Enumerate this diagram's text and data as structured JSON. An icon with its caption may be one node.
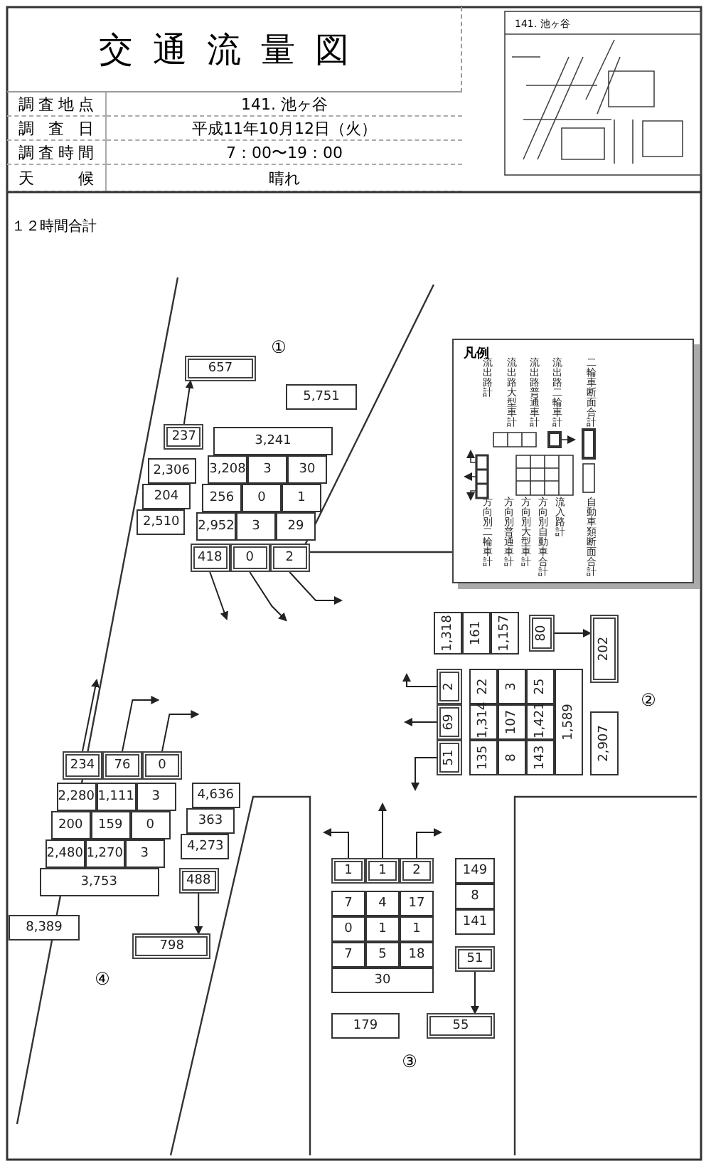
{
  "diagram": {
    "title": "交通流量図",
    "nodes": [
      {
        "text": [
          "657"
        ]
      },
      {
        "text": [
          "5,751"
        ]
      },
      {
        "text": [
          "237"
        ]
      },
      {
        "text": [
          "2,306"
        ]
      },
      {
        "text": [
          "204"
        ]
      },
      {
        "text": [
          "2,510"
        ]
      },
      {
        "text": [
          "3,241"
        ]
      },
      {
        "text": [
          "3,208"
        ]
      },
      {
        "text": [
          "3"
        ]
      },
      {
        "text": [
          "30"
        ]
      },
      {
        "text": [
          "256"
        ]
      },
      {
        "text": [
          "0"
        ]
      },
      {
        "text": [
          "1"
        ]
      },
      {
        "text": [
          "2,952"
        ]
      },
      {
        "text": [
          "3"
        ]
      },
      {
        "text": [
          "29"
        ]
      },
      {
        "text": [
          "418"
        ]
      },
      {
        "text": [
          "0"
        ]
      },
      {
        "text": [
          "2"
        ]
      },
      {
        "text": [
          "1,318"
        ]
      },
      {
        "text": [
          "161"
        ]
      },
      {
        "text": [
          "1,157"
        ]
      },
      {
        "text": [
          "80"
        ]
      },
      {
        "text": [
          "202"
        ]
      },
      {
        "text": [
          "2"
        ]
      },
      {
        "text": [
          "69"
        ]
      },
      {
        "text": [
          "51"
        ]
      },
      {
        "text": [
          "22"
        ]
      },
      {
        "text": [
          "3"
        ]
      },
      {
        "text": [
          "25"
        ]
      },
      {
        "text": [
          "1,314"
        ]
      },
      {
        "text": [
          "107"
        ]
      },
      {
        "text": [
          "1,421"
        ]
      },
      {
        "text": [
          "135"
        ]
      },
      {
        "text": [
          "8"
        ]
      },
      {
        "text": [
          "143"
        ]
      },
      {
        "text": [
          "1,589"
        ]
      },
      {
        "text": [
          "2,907"
        ]
      },
      {
        "text": [
          "234"
        ]
      },
      {
        "text": [
          "76"
        ]
      },
      {
        "text": [
          "0"
        ]
      },
      {
        "text": [
          "2,280"
        ]
      },
      {
        "text": [
          "1,111"
        ]
      },
      {
        "text": [
          "3"
        ]
      },
      {
        "text": [
          "200"
        ]
      },
      {
        "text": [
          "159"
        ]
      },
      {
        "text": [
          "0"
        ]
      },
      {
        "text": [
          "2,480"
        ]
      },
      {
        "text": [
          "1,270"
        ]
      },
      {
        "text": [
          "3"
        ]
      },
      {
        "text": [
          "3,753"
        ]
      },
      {
        "text": [
          "4,636"
        ]
      },
      {
        "text": [
          "363"
        ]
      },
      {
        "text": [
          "4,273"
        ]
      },
      {
        "text": [
          "488"
        ]
      },
      {
        "text": [
          "8,389"
        ]
      },
      {
        "text": [
          "798"
        ]
      },
      {
        "text": [
          "1"
        ]
      },
      {
        "text": [
          "1"
        ]
      },
      {
        "text": [
          "2"
        ]
      },
      {
        "text": [
          "149"
        ]
      },
      {
        "text": [
          "8"
        ]
      },
      {
        "text": [
          "141"
        ]
      },
      {
        "text": [
          "7"
        ]
      },
      {
        "text": [
          "4"
        ]
      },
      {
        "text": [
          "17"
        ]
      },
      {
        "text": [
          "0"
        ]
      },
      {
        "text": [
          "1"
        ]
      },
      {
        "text": [
          "1"
        ]
      },
      {
        "text": [
          "7"
        ]
      },
      {
        "text": [
          "5"
        ]
      },
      {
        "text": [
          "18"
        ]
      },
      {
        "text": [
          "30"
        ]
      },
      {
        "text": [
          "51"
        ]
      },
      {
        "text": [
          "179"
        ]
      },
      {
        "text": [
          "55"
        ]
      }
    ],
    "edges": [
      {
        "from": 2,
        "to": 0,
        "arrow": "to"
      },
      {
        "from": 16,
        "to": null,
        "arrow": "to"
      },
      {
        "from": 17,
        "to": null,
        "arrow": "to"
      },
      {
        "from": 18,
        "to": null,
        "arrow": "to"
      },
      {
        "from": 22,
        "to": 23,
        "arrow": "to"
      },
      {
        "from": 24,
        "to": null,
        "arrow": "to"
      },
      {
        "from": 25,
        "to": null,
        "arrow": "to"
      },
      {
        "from": 26,
        "to": null,
        "arrow": "to"
      },
      {
        "from": 38,
        "to": null,
        "arrow": "to"
      },
      {
        "from": 39,
        "to": null,
        "arrow": "to"
      },
      {
        "from": 40,
        "to": null,
        "arrow": "to"
      },
      {
        "from": 54,
        "to": 56,
        "arrow": "to"
      },
      {
        "from": 57,
        "to": null,
        "arrow": "to"
      },
      {
        "from": 58,
        "to": null,
        "arrow": "to"
      },
      {
        "from": 59,
        "to": null,
        "arrow": "to"
      },
      {
        "from": 73,
        "to": 75,
        "arrow": "to"
      }
    ],
    "labels": [
      "調査地点",
      "141. 池ヶ谷",
      "調査日",
      "平成11年10月12日（火）",
      "調査時間",
      "7：00〜19：00",
      "天候",
      "晴れ",
      "141. 池ヶ谷",
      "１２時間合計",
      "①",
      "②",
      "③",
      "④",
      "凡例"
    ],
    "legend": [
      {
        "text": "流出路計"
      },
      {
        "text": "流出路大型車計"
      },
      {
        "text": "流出路普通車計"
      },
      {
        "text": "流出路二輪車計"
      },
      {
        "text": "二輪車断面合計"
      },
      {
        "text": "方向別二輪車計"
      },
      {
        "text": "方向別普通車計"
      },
      {
        "text": "方向別大型車計"
      },
      {
        "text": "方向別自動車合計"
      },
      {
        "text": "流入路計"
      },
      {
        "text": "自動車類断面合計"
      }
    ]
  }
}
